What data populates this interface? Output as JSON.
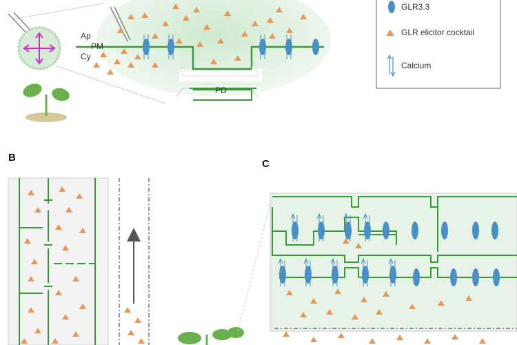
{
  "legend": {
    "items": [
      {
        "label": "GLR3.3",
        "icon": "glr-channel-icon",
        "color": "#4a90c8"
      },
      {
        "label": "GLR elicitor cocktail",
        "icon": "elicitor-triangle-icon",
        "color": "#e8965a"
      },
      {
        "label": "Calcium",
        "icon": "calcium-arrows-icon",
        "color": "#4a90c8"
      }
    ]
  },
  "panel_a": {
    "labels": {
      "ap": "Ap",
      "pm": "PM",
      "cy": "Cy",
      "pd": "PD"
    }
  },
  "panel_b": {
    "letter": "B"
  },
  "panel_c": {
    "letter": "C"
  },
  "colors": {
    "membrane": "#3a9a3a",
    "tissue_fill": "#e6f3e6",
    "channel": "#4a90c8",
    "elicitor": "#e8965a",
    "plant": "#6ab04c"
  }
}
